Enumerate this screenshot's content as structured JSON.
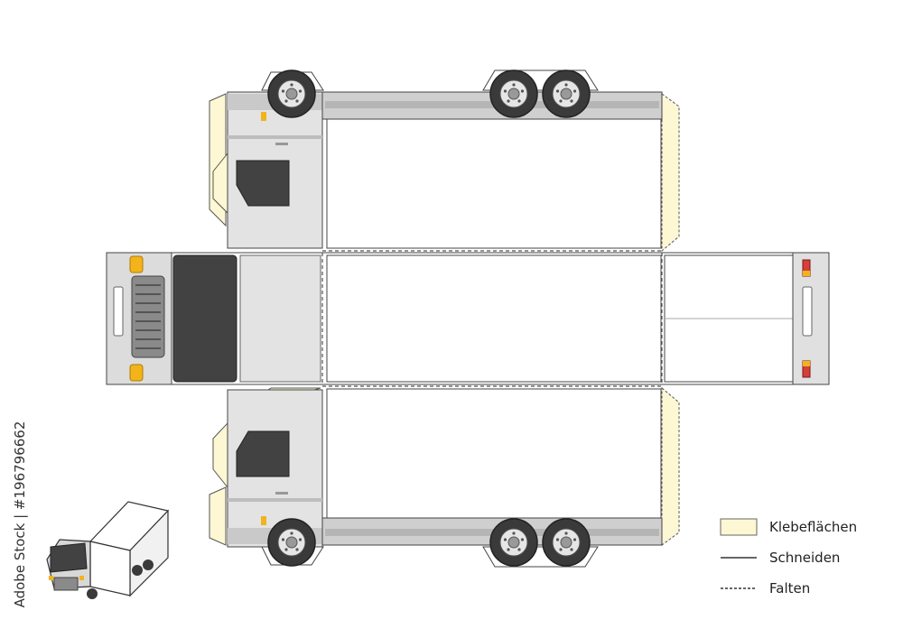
{
  "stock_id": "Adobe Stock | #196796662",
  "legend": {
    "glue": "Klebeflächen",
    "cut": "Schneiden",
    "fold": "Falten"
  },
  "colors": {
    "glue_fill": "#fdf7d4",
    "body_gray": "#d9d9d9",
    "window_dark": "#424242",
    "indicator": "#f2b31b",
    "tail_red": "#d6403a",
    "outline": "#333333"
  }
}
